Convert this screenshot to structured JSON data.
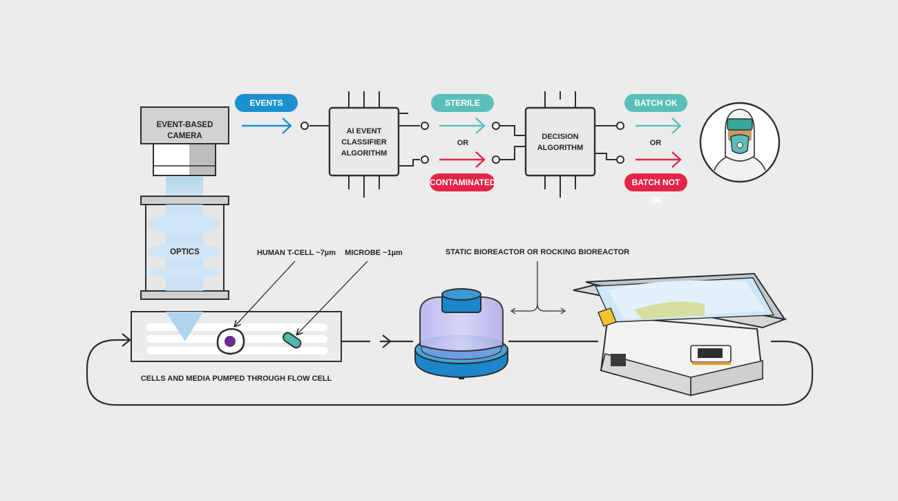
{
  "colors": {
    "background": "#ececec",
    "events_blue": "#1a90d0",
    "sterile_teal": "#5bbfb9",
    "contaminated_red": "#e3254a",
    "reactor_blue": "#1b86c9",
    "outline": "#2d2d2d",
    "chip_fill": "#e9e9e9"
  },
  "camera": {
    "label": "EVENT-BASED CAMERA",
    "icon": "camera-icon"
  },
  "optics": {
    "label": "OPTICS",
    "icon": "lens-icon"
  },
  "flow_cell": {
    "caption": "CELLS AND MEDIA PUMPED THROUGH FLOW CELL",
    "tcell_label": "HUMAN T-CELL ~7µm",
    "microbe_label": "MICROBE ~1µm"
  },
  "pipeline": {
    "events_label": "EVENTS",
    "classifier_label": "AI EVENT CLASSIFIER ALGORITHM",
    "sterile_label": "STERILE",
    "or_label": "OR",
    "contaminated_label": "CONTAMINATED",
    "decision_label": "DECISION ALGORITHM",
    "batch_ok_label": "BATCH OK",
    "batch_not_ok_label": "BATCH NOT OK",
    "operator_icon": "lab-technician-icon"
  },
  "bioreactor": {
    "label": "STATIC BIOREACTOR OR ROCKING BIOREACTOR",
    "static_icon": "static-bioreactor-icon",
    "rocking_icon": "rocking-bioreactor-icon"
  }
}
